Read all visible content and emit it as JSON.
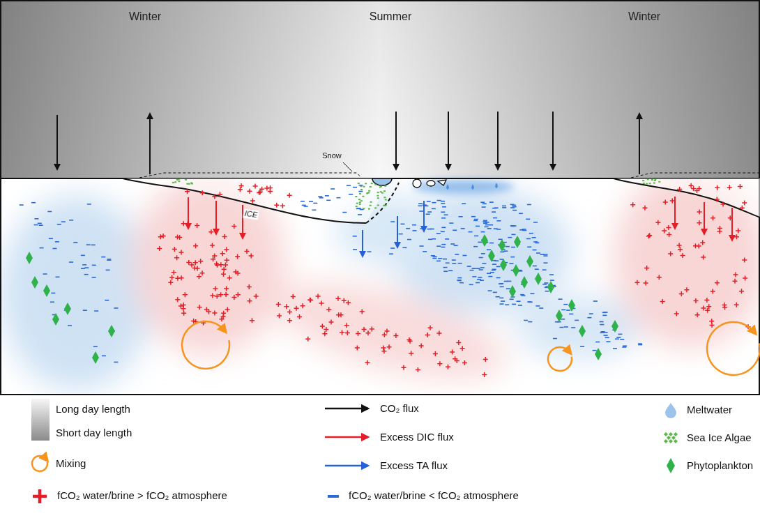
{
  "diagram": {
    "labels": [
      "Winter",
      "Summer",
      "Winter",
      "Snow",
      "ICE"
    ],
    "legend": [
      {
        "text": "Long day length",
        "color": "#f6f6f6"
      },
      {
        "text": "Short day length",
        "color": "#8a8a8a"
      },
      {
        "text": "Mixing"
      },
      {
        "text": "CO₂ flux"
      },
      {
        "text": "Excess DIC flux"
      },
      {
        "text": "Excess TA flux"
      },
      {
        "text": "Meltwater"
      },
      {
        "text": "Sea Ice Algae"
      },
      {
        "text": "Phytoplankton"
      },
      {
        "text": "fCO₂ water/brine > fCO₂ atmosphere"
      },
      {
        "text": "fCO₂ water/brine < fCO₂ atmosphere"
      }
    ]
  }
}
